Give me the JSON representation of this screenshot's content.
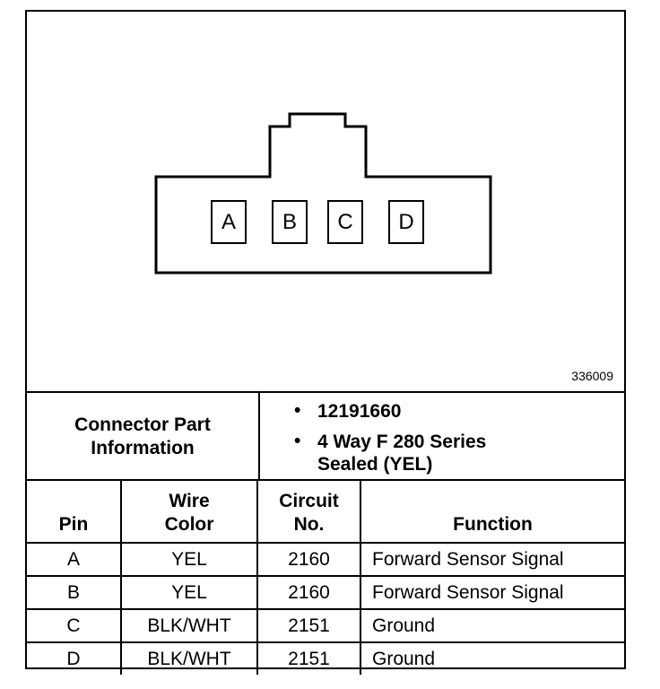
{
  "figure_number": "336009",
  "connector": {
    "pins": [
      "A",
      "B",
      "C",
      "D"
    ]
  },
  "info": {
    "label_line1": "Connector Part",
    "label_line2": "Information",
    "bullet": "•",
    "part_number": "12191660",
    "description_line1": "4 Way F 280 Series",
    "description_line2": "Sealed (YEL)"
  },
  "table": {
    "headers": {
      "pin": "Pin",
      "wire_color_line1": "Wire",
      "wire_color_line2": "Color",
      "circuit_line1": "Circuit",
      "circuit_line2": "No.",
      "function": "Function"
    },
    "rows": [
      {
        "pin": "A",
        "wire_color": "YEL",
        "circuit": "2160",
        "function": "Forward Sensor Signal"
      },
      {
        "pin": "B",
        "wire_color": "YEL",
        "circuit": "2160",
        "function": "Forward Sensor Signal"
      },
      {
        "pin": "C",
        "wire_color": "BLK/WHT",
        "circuit": "2151",
        "function": "Ground"
      },
      {
        "pin": "D",
        "wire_color": "BLK/WHT",
        "circuit": "2151",
        "function": "Ground"
      }
    ]
  }
}
